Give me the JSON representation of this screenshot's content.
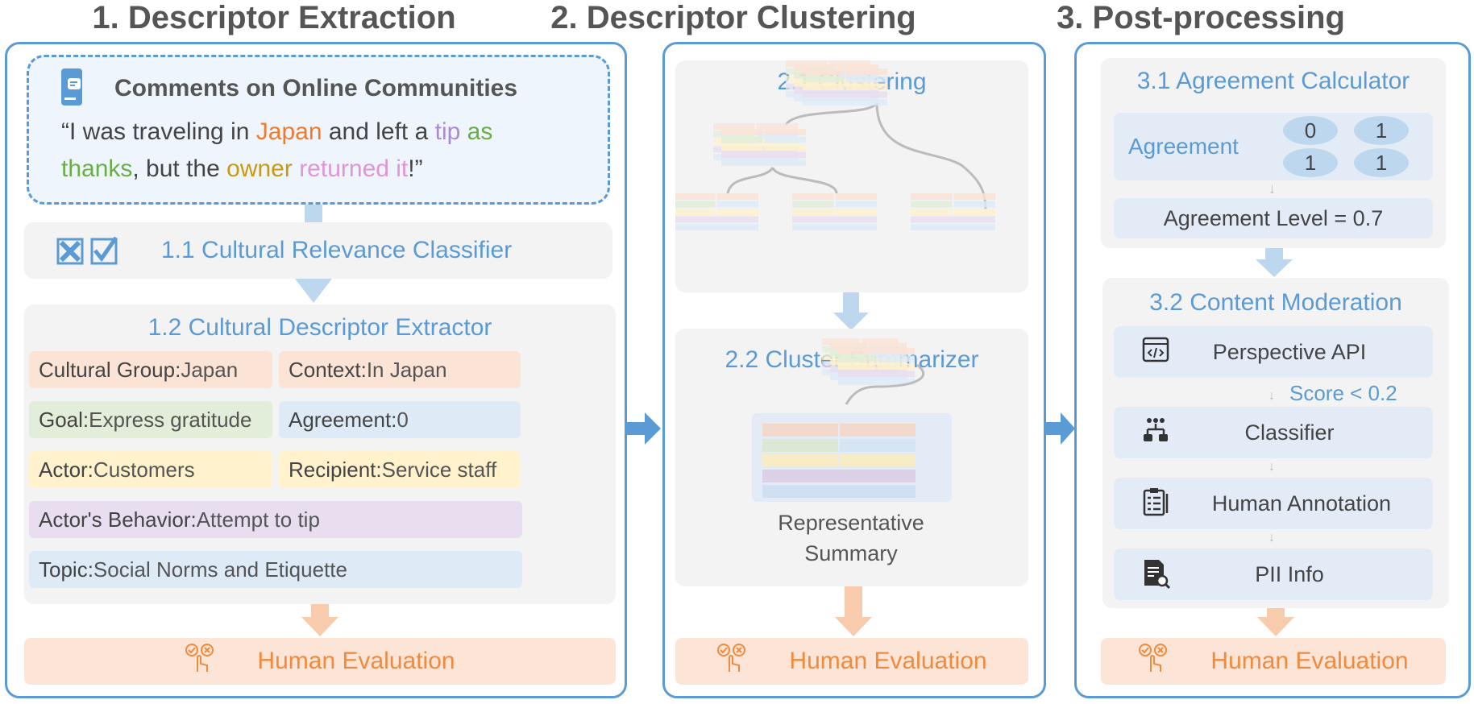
{
  "stages": [
    {
      "title": "1. Descriptor Extraction"
    },
    {
      "title": "2. Descriptor Clustering"
    },
    {
      "title": "3. Post-processing"
    }
  ],
  "comment": {
    "title": "Comments on Online Communities",
    "parts": [
      {
        "t": "“I was traveling in ",
        "c": "#444"
      },
      {
        "t": "Japan",
        "c": "#f07b2f"
      },
      {
        "t": " and left a ",
        "c": "#444"
      },
      {
        "t": "tip",
        "c": "#a98bd0"
      },
      {
        "t": " as thanks",
        "c": "#6aae45"
      },
      {
        "t": ", but the ",
        "c": "#444"
      },
      {
        "t": "owner",
        "c": "#c99a10"
      },
      {
        "t": " returned it",
        "c": "#e095d8"
      },
      {
        "t": "!”",
        "c": "#444"
      }
    ]
  },
  "classifier": {
    "title": "1.1 Cultural Relevance Classifier"
  },
  "extractor": {
    "title": "1.2 Cultural Descriptor Extractor",
    "fields": [
      {
        "k": "Cultural Group:",
        "v": " Japan",
        "bg": "#fbe3d6"
      },
      {
        "k": "Context:",
        "v": " In Japan",
        "bg": "#fbe3d6"
      },
      {
        "k": "Goal:",
        "v": " Express gratitude",
        "bg": "#e2eed9"
      },
      {
        "k": "Agreement:",
        "v": " 0",
        "bg": "#deebf7"
      },
      {
        "k": "Actor:",
        "v": " Customers",
        "bg": "#fff2cc"
      },
      {
        "k": "Recipient:",
        "v": " Service staff",
        "bg": "#fff2cc"
      },
      {
        "k": "Actor's Behavior:",
        "v": " Attempt to tip",
        "bg": "#e8def0"
      },
      {
        "k": "Topic:",
        "v": " Social Norms and Etiquette",
        "bg": "#deebf7"
      }
    ]
  },
  "human_eval": "Human Evaluation",
  "clustering": {
    "title": "2.1 Clustering"
  },
  "summarizer": {
    "title": "2.2 Cluster Summarizer",
    "summary": [
      "Representative",
      "Summary"
    ]
  },
  "agreement": {
    "title": "3.1 Agreement Calculator",
    "label": "Agreement",
    "votes": [
      "0",
      "1",
      "1",
      "1"
    ],
    "level": "Agreement Level = 0.7"
  },
  "moderation": {
    "title": "3.2 Content Moderation",
    "steps": [
      "Perspective API",
      "Classifier",
      "Human Annotation",
      "PII Info"
    ],
    "score": "Score < 0.2"
  },
  "colors": {
    "accent": "#5b9bd5",
    "orange": "#f08a3c"
  }
}
